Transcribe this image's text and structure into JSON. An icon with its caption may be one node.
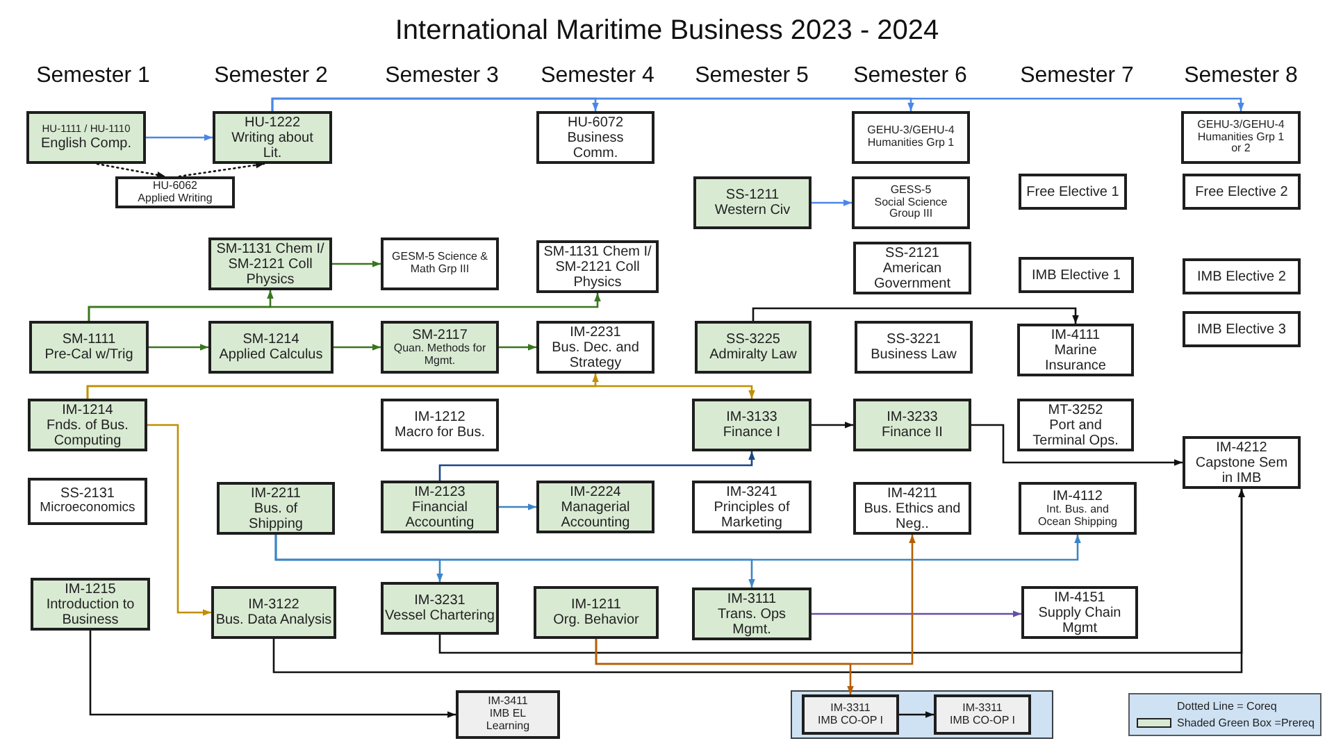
{
  "diagram": {
    "title": "International Maritime Business 2023 - 2024",
    "nodes": [
      {
        "text": [
          "HU-1111 / HU-1110",
          "English Comp."
        ]
      },
      {
        "text": [
          "HU-1222",
          "Writing about Lit."
        ]
      },
      {
        "text": [
          "HU-6062",
          "Applied Writing"
        ]
      },
      {
        "text": [
          "HU-6072",
          "Business Comm."
        ]
      },
      {
        "text": [
          "GEHU-3/GEHU-4",
          "Humanities Grp 1"
        ]
      },
      {
        "text": [
          "GEHU-3/GEHU-4",
          "Humanities Grp 1 or 2"
        ]
      },
      {
        "text": [
          "SS-1211",
          "Western Civ"
        ]
      },
      {
        "text": [
          "GESS-5",
          "Social Science Group III"
        ]
      },
      {
        "text": [
          "Free Elective 1"
        ]
      },
      {
        "text": [
          "Free Elective 2"
        ]
      },
      {
        "text": [
          "SM-1131 Chem I/ SM-2121 Coll Physics"
        ]
      },
      {
        "text": [
          "GESM-5 Science & Math Grp III"
        ]
      },
      {
        "text": [
          "SM-1131 Chem I/ SM-2121 Coll Physics"
        ]
      },
      {
        "text": [
          "SS-2121",
          "American Government"
        ]
      },
      {
        "text": [
          "IMB Elective 1"
        ]
      },
      {
        "text": [
          "IMB Elective 2"
        ]
      },
      {
        "text": [
          "SM-1111",
          "Pre-Cal w/Trig"
        ]
      },
      {
        "text": [
          "SM-1214",
          "Applied Calculus"
        ]
      },
      {
        "text": [
          "SM-2117",
          "Quan. Methods for Mgmt."
        ]
      },
      {
        "text": [
          "IM-2231",
          "Bus. Dec. and Strategy"
        ]
      },
      {
        "text": [
          "SS-3225",
          "Admiralty Law"
        ]
      },
      {
        "text": [
          "SS-3221",
          "Business Law"
        ]
      },
      {
        "text": [
          "IM-4111",
          "Marine Insurance"
        ]
      },
      {
        "text": [
          "IMB Elective 3"
        ]
      },
      {
        "text": [
          "IM-1214",
          "Fnds. of Bus. Computing"
        ]
      },
      {
        "text": [
          "IM-1212",
          "Macro for Bus."
        ]
      },
      {
        "text": [
          "IM-3133",
          "Finance I"
        ]
      },
      {
        "text": [
          "IM-3233",
          "Finance II"
        ]
      },
      {
        "text": [
          "MT-3252",
          "Port and Terminal Ops."
        ]
      },
      {
        "text": [
          "IM-4212",
          "Capstone Sem in IMB"
        ]
      },
      {
        "text": [
          "SS-2131",
          "Microeconomics"
        ]
      },
      {
        "text": [
          "IM-2211",
          "Bus. of Shipping"
        ]
      },
      {
        "text": [
          "IM-2123",
          "Financial Accounting"
        ]
      },
      {
        "text": [
          "IM-2224",
          "Managerial Accounting"
        ]
      },
      {
        "text": [
          "IM-3241",
          "Principles of Marketing"
        ]
      },
      {
        "text": [
          "IM-4211",
          "Bus. Ethics and Neg.."
        ]
      },
      {
        "text": [
          "IM-4112",
          "Int. Bus. and Ocean Shipping"
        ]
      },
      {
        "text": [
          "IM-1215",
          "Introduction to Business"
        ]
      },
      {
        "text": [
          "IM-3122",
          "Bus. Data Analysis"
        ]
      },
      {
        "text": [
          "IM-3231",
          "Vessel Chartering"
        ]
      },
      {
        "text": [
          "IM-1211",
          "Org. Behavior"
        ]
      },
      {
        "text": [
          "IM-3111",
          "Trans. Ops Mgmt."
        ]
      },
      {
        "text": [
          "IM-4151",
          "Supply Chain Mgmt"
        ]
      },
      {
        "text": [
          "IM-3411",
          "IMB EL Learning"
        ]
      },
      {
        "text": [],
        "shape": "box"
      },
      {
        "text": [
          "IM-3311",
          "IMB CO-OP I"
        ],
        "in": 44
      },
      {
        "text": [
          "IM-3311",
          "IMB CO-OP I"
        ],
        "in": 44
      }
    ],
    "edges": [
      {
        "from": 0,
        "to": 1,
        "arrow": "to",
        "color": "#4a86e8"
      },
      {
        "from": 0,
        "to": 2,
        "arrow": "to",
        "style": "dashed"
      },
      {
        "from": 2,
        "to": 1,
        "arrow": "to",
        "style": "dashed"
      },
      {
        "from": 1,
        "to": 3,
        "arrow": "to",
        "color": "#4a86e8"
      },
      {
        "from": 1,
        "to": 4,
        "arrow": "to",
        "color": "#4a86e8"
      },
      {
        "from": 1,
        "to": 5,
        "arrow": "to",
        "color": "#4a86e8"
      },
      {
        "from": 6,
        "to": 7,
        "arrow": "to",
        "color": "#4a86e8"
      },
      {
        "from": 10,
        "to": 11,
        "arrow": "to",
        "color": "#38761d"
      },
      {
        "from": 16,
        "to": 10,
        "arrow": "to",
        "color": "#38761d"
      },
      {
        "from": 16,
        "to": 12,
        "arrow": "to",
        "color": "#38761d"
      },
      {
        "from": 16,
        "to": 17,
        "arrow": "to",
        "color": "#38761d"
      },
      {
        "from": 17,
        "to": 18,
        "arrow": "to",
        "color": "#38761d"
      },
      {
        "from": 18,
        "to": 19,
        "arrow": "to",
        "color": "#38761d"
      },
      {
        "from": 20,
        "to": 22,
        "arrow": "to"
      },
      {
        "from": 24,
        "to": 19,
        "arrow": "to",
        "color": "#bf9000"
      },
      {
        "from": 24,
        "to": 26,
        "arrow": "to",
        "color": "#bf9000"
      },
      {
        "from": 24,
        "to": 38,
        "arrow": "to",
        "color": "#bf9000"
      },
      {
        "from": 26,
        "to": 27,
        "arrow": "to"
      },
      {
        "from": 32,
        "to": 26,
        "arrow": "to",
        "color": "#1c4587"
      },
      {
        "from": 32,
        "to": 33,
        "arrow": "to",
        "color": "#3d85c6"
      },
      {
        "from": 31,
        "to": 39,
        "arrow": "to",
        "color": "#3d85c6"
      },
      {
        "from": 31,
        "to": 41,
        "arrow": "to",
        "color": "#3d85c6"
      },
      {
        "from": 31,
        "to": 36,
        "arrow": "to",
        "color": "#3d85c6"
      },
      {
        "from": 41,
        "to": 42,
        "arrow": "to",
        "color": "#674ea7"
      },
      {
        "from": 27,
        "to": 29,
        "arrow": "to"
      },
      {
        "from": 38,
        "to": 29,
        "arrow": "to"
      },
      {
        "from": 39,
        "to": 29,
        "arrow": "to"
      },
      {
        "from": 40,
        "to": 35,
        "arrow": "to",
        "color": "#b45f06"
      },
      {
        "from": 40,
        "to": 45,
        "arrow": "to",
        "color": "#b45f06"
      },
      {
        "from": 37,
        "to": 43,
        "arrow": "to"
      },
      {
        "from": 45,
        "to": 46,
        "arrow": "to"
      }
    ],
    "labels": [
      "Semester 1",
      "Semester 2",
      "Semester 3",
      "Semester 4",
      "Semester 5",
      "Semester 6",
      "Semester 7",
      "Semester 8"
    ],
    "legend": [
      {
        "text": "Dotted Line = Coreq"
      },
      {
        "text": "Shaded Green Box =Prereq",
        "color": "#d9ead3"
      }
    ]
  }
}
